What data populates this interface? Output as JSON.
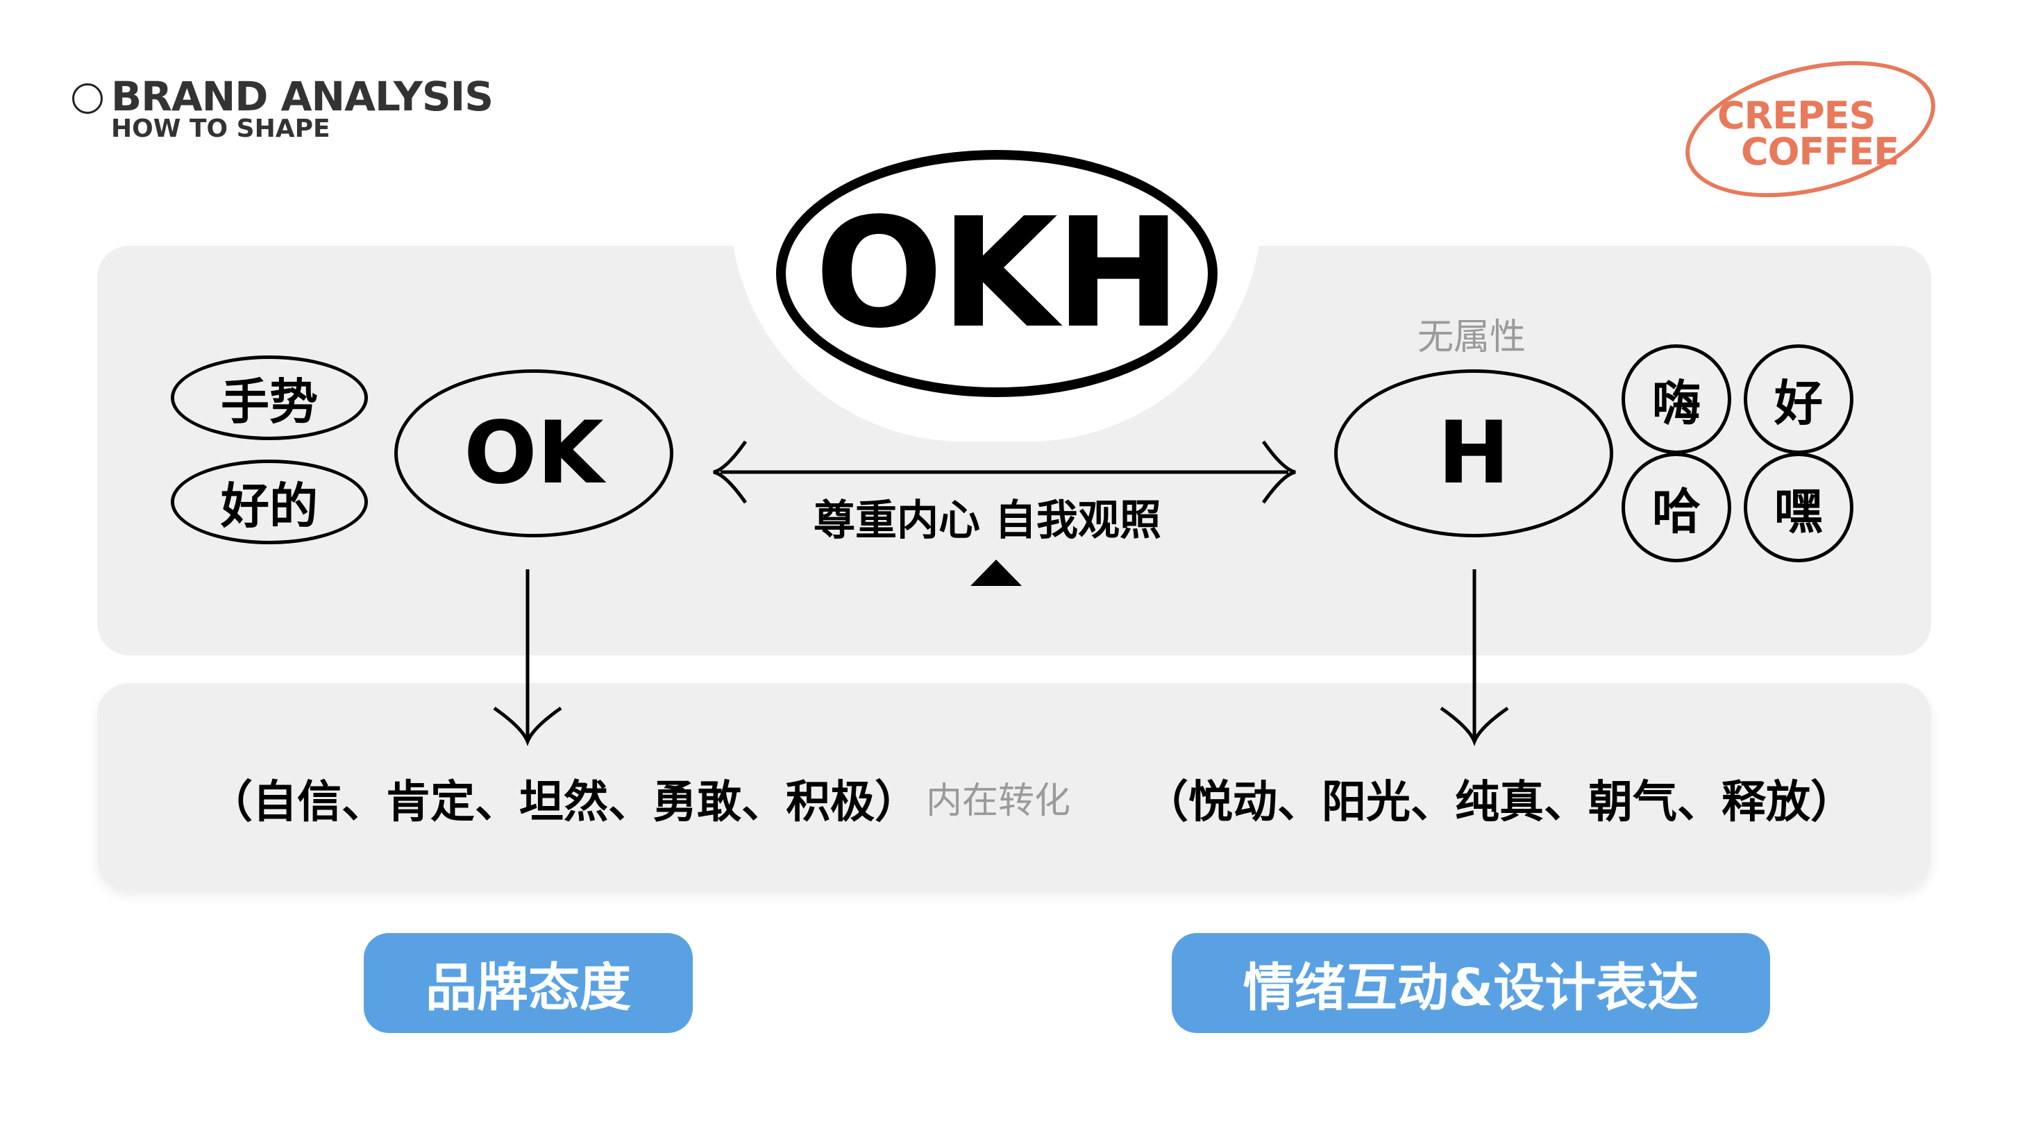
{
  "header": {
    "title": "BRAND ANALYSIS",
    "subtitle": "HOW TO SHAPE"
  },
  "logo": {
    "line1": "CREPES",
    "line2": "COFFEE",
    "color": "#e8795a"
  },
  "main": {
    "title": "OKH",
    "left": {
      "label": "OK",
      "tags": [
        "手势",
        "好的"
      ],
      "traits": "（自信、肯定、坦然、勇敢、积极）"
    },
    "right": {
      "label": "H",
      "note": "无属性",
      "tags": [
        "嗨",
        "好",
        "哈",
        "嘿"
      ],
      "traits": "（悦动、阳光、纯真、朝气、释放）"
    },
    "connector_label": "尊重内心  自我观照",
    "transform_label": "内在转化"
  },
  "buttons": {
    "left": "品牌态度",
    "right": "情绪互动&设计表达",
    "color": "#5aa1e3"
  }
}
